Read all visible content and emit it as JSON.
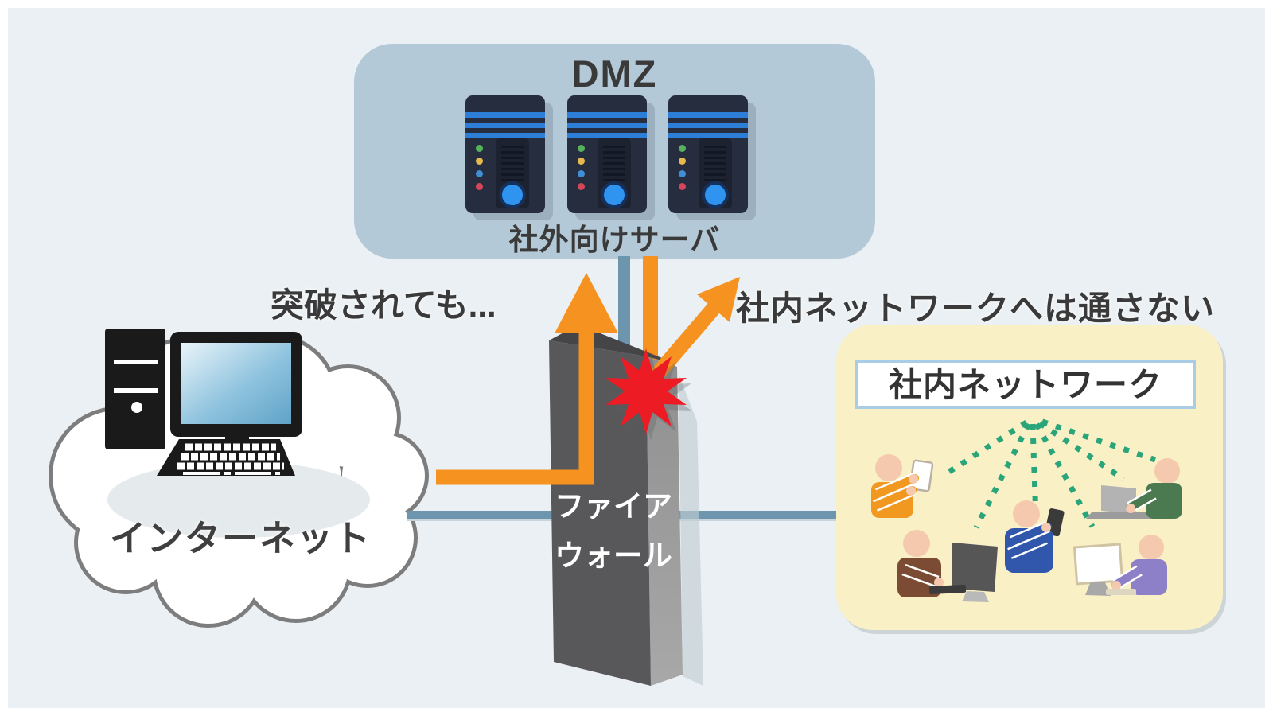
{
  "dmz": {
    "title": "DMZ",
    "servers_label": "社外向けサーバ",
    "server_count": 3,
    "box_color": "#b4c9d8"
  },
  "internet": {
    "label": "インターネット"
  },
  "firewall": {
    "label_line1": "ファイア",
    "label_line2": "ウォール"
  },
  "internal_network": {
    "title": "社内ネットワーク",
    "box_color": "#faf0c6",
    "people": [
      {
        "device": "tablet",
        "shirt": "#f0981f"
      },
      {
        "device": "desktop",
        "shirt": "#7b4b33"
      },
      {
        "device": "smartphone",
        "shirt": "#3157ac"
      },
      {
        "device": "laptop",
        "shirt": "#4c7a50"
      },
      {
        "device": "monitor",
        "shirt": "#8e7fc9"
      }
    ]
  },
  "annotations": {
    "breach": "突破されても...",
    "blocked": "社内ネットワークへは通さない"
  },
  "icons": [
    "internet-cloud",
    "desktop-computer",
    "server",
    "firewall-wall",
    "explosion-burst",
    "attack-arrow-up",
    "attack-arrow-down",
    "deflected-arrow",
    "wifi-dotted-lines",
    "person-with-tablet",
    "person-with-desktop",
    "person-with-smartphone",
    "person-with-laptop",
    "person-with-monitor"
  ],
  "colors": {
    "background": "#eaf0f3",
    "attack_arrow": "#f6921f",
    "network_line": "#6e95ae",
    "explosion": "#ed1c24",
    "wifi_dots": "#2aa57a",
    "firewall_front": "#58585a",
    "firewall_side": "#9c9c9c",
    "text": "#3a3a3a"
  }
}
